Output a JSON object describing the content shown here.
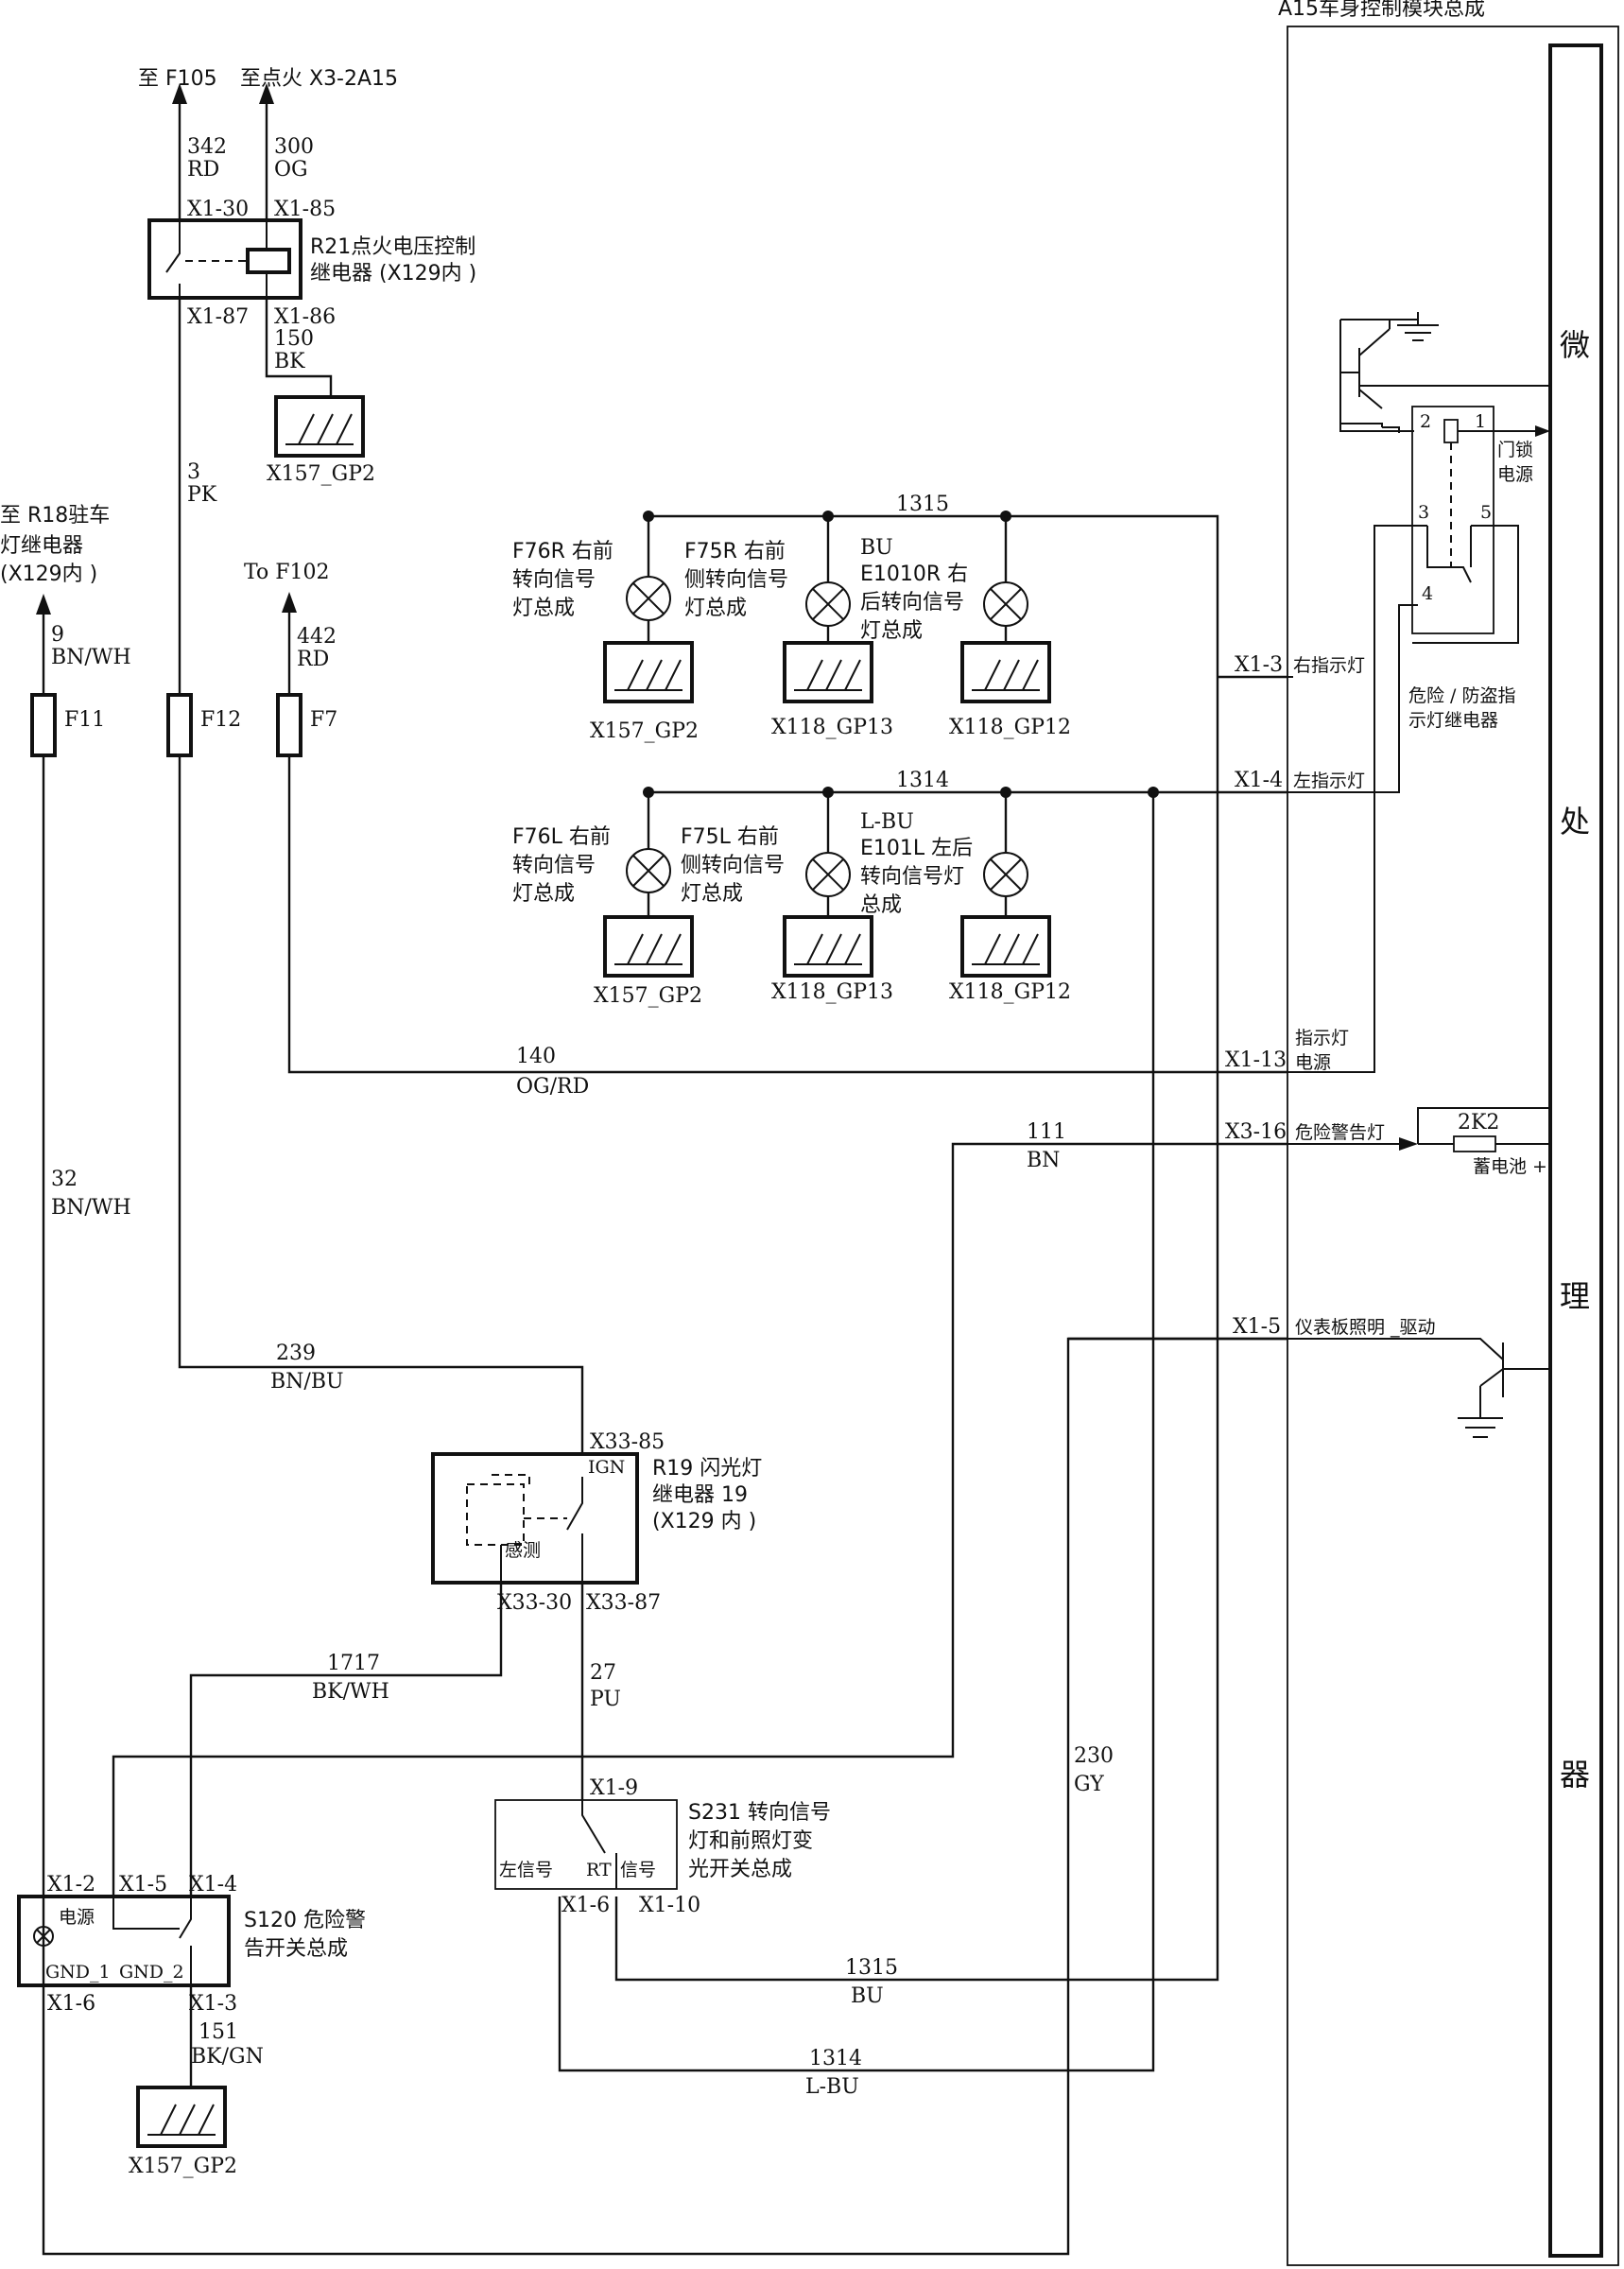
{
  "module": {
    "title": "A15车身控制模块总成",
    "micro": [
      "微",
      "处",
      "理",
      "器"
    ]
  },
  "top": {
    "to_f105": "至 F105",
    "to_ign": "至点火 X3-2A15",
    "w342": "342",
    "w342c": "RD",
    "w300": "300",
    "w300c": "OG",
    "x130": "X1-30",
    "x185": "X1-85",
    "x187": "X1-87",
    "x186": "X1-86",
    "r21_1": "R21点火电压控制",
    "r21_2": "继电器 (X129内 )",
    "w150": "150",
    "w150c": "BK",
    "gnd1": "X157_GP2",
    "w3": "3",
    "w3c": "PK"
  },
  "left": {
    "r18_1": "至 R18驻车",
    "r18_2": "灯继电器",
    "r18_3": "(X129内 )",
    "w9": "9",
    "w9c": "BN/WH",
    "f11": "F11",
    "f12": "F12",
    "f7": "F7",
    "to_f102": "To F102",
    "w442": "442",
    "w442c": "RD",
    "w32": "32",
    "w32c": "BN/WH"
  },
  "right_lamps": {
    "bus": "1315",
    "f76r_1": "F76R 右前",
    "f76r_2": "转向信号",
    "f76r_3": "灯总成",
    "f75r_1": "F75R 右前",
    "f75r_2": "侧转向信号",
    "f75r_3": "灯总成",
    "e101r_0": "BU",
    "e101r_1": "E1010R 右",
    "e101r_2": "后转向信号",
    "e101r_3": "灯总成",
    "g1": "X157_GP2",
    "g2": "X118_GP13",
    "g3": "X118_GP12",
    "x13": "X1-3",
    "x13t": "右指示灯"
  },
  "left_lamps": {
    "bus": "1314",
    "f76l_1": "F76L 右前",
    "f76l_2": "转向信号",
    "f76l_3": "灯总成",
    "f75l_1": "F75L 右前",
    "f75l_2": "侧转向信号",
    "f75l_3": "灯总成",
    "e101l_0": "L-BU",
    "e101l_1": "E101L 左后",
    "e101l_2": "转向信号灯",
    "e101l_3": "总成",
    "g1": "X157_GP2",
    "g2": "X118_GP13",
    "g3": "X118_GP12",
    "x14": "X1-4",
    "x14t": "左指示灯"
  },
  "relay_hazard": {
    "p2": "2",
    "p1": "1",
    "p3": "3",
    "p5": "5",
    "p4": "4",
    "lock_1": "门锁",
    "lock_2": "电源",
    "name_1": "危险 / 防盗指",
    "name_2": "示灯继电器"
  },
  "mid": {
    "w140": "140",
    "w140c": "OG/RD",
    "x113": "X1-13",
    "x113t_1": "指示灯",
    "x113t_2": "电源",
    "w111": "111",
    "w111c": "BN",
    "x316": "X3-16",
    "x316t": "危险警告灯",
    "res": "2K2",
    "batt": "蓄电池 +",
    "x15": "X1-5",
    "x15t": "仪表板照明 _驱动"
  },
  "flasher": {
    "w239": "239",
    "w239c": "BN/BU",
    "x3385": "X33-85",
    "ign": "IGN",
    "r19_1": "R19 闪光灯",
    "r19_2": "继电器 19",
    "r19_3": "(X129 内 )",
    "sense": "感测",
    "x3330": "X33-30",
    "x3387": "X33-87",
    "w1717": "1717",
    "w1717c": "BK/WH",
    "w27": "27",
    "w27c": "PU",
    "w230": "230",
    "w230c": "GY"
  },
  "switch_s231": {
    "x19": "X1-9",
    "name_1": "S231 转向信号",
    "name_2": "灯和前照灯变",
    "name_3": "光开关总成",
    "left": "左信号",
    "rt": "RT",
    "right": "信号",
    "x16": "X1-6",
    "x110": "X1-10",
    "w1315": "1315",
    "w1315c": "BU",
    "w1314": "1314",
    "w1314c": "L-BU"
  },
  "switch_s120": {
    "x12": "X1-2",
    "x15": "X1-5",
    "x14": "X1-4",
    "power": "电源",
    "name_1": "S120 危险警",
    "name_2": "告开关总成",
    "gnd1": "GND_1",
    "gnd2": "GND_2",
    "x16": "X1-6",
    "x13": "X1-3",
    "w151": "151",
    "w151c": "BK/GN",
    "gnd": "X157_GP2"
  }
}
